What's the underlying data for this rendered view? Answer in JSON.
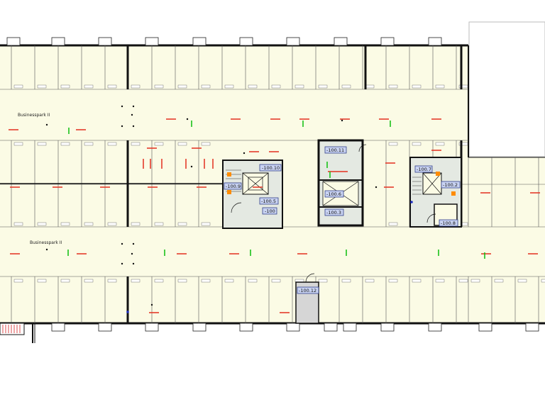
{
  "labels": {
    "zone_north": "Businesspark II",
    "zone_south": "Businesspark II"
  },
  "room_tags": [
    {
      "id": "r10",
      "text": "-100.10"
    },
    {
      "id": "r9",
      "text": "-100.9"
    },
    {
      "id": "r5",
      "text": "-100.5"
    },
    {
      "id": "r100",
      "text": "-100"
    },
    {
      "id": "r11",
      "text": "-100.11"
    },
    {
      "id": "r6",
      "text": "-100.6"
    },
    {
      "id": "r3",
      "text": "-100.3"
    },
    {
      "id": "r7",
      "text": "-100.7"
    },
    {
      "id": "r2",
      "text": "-100.2"
    },
    {
      "id": "r8",
      "text": "-100.8"
    },
    {
      "id": "r12",
      "text": "-100.12"
    }
  ],
  "colors": {
    "floor": "#fbfbe5",
    "wall": "#111111",
    "tag_fill": "#c9d3f2",
    "tag_stroke": "#33408a",
    "core_fill": "#e4e9e2",
    "light_red": "#e53b2a",
    "light_green": "#19c219"
  },
  "icons": [
    "stair-icon",
    "elevator-icon",
    "door-swing-icon"
  ]
}
